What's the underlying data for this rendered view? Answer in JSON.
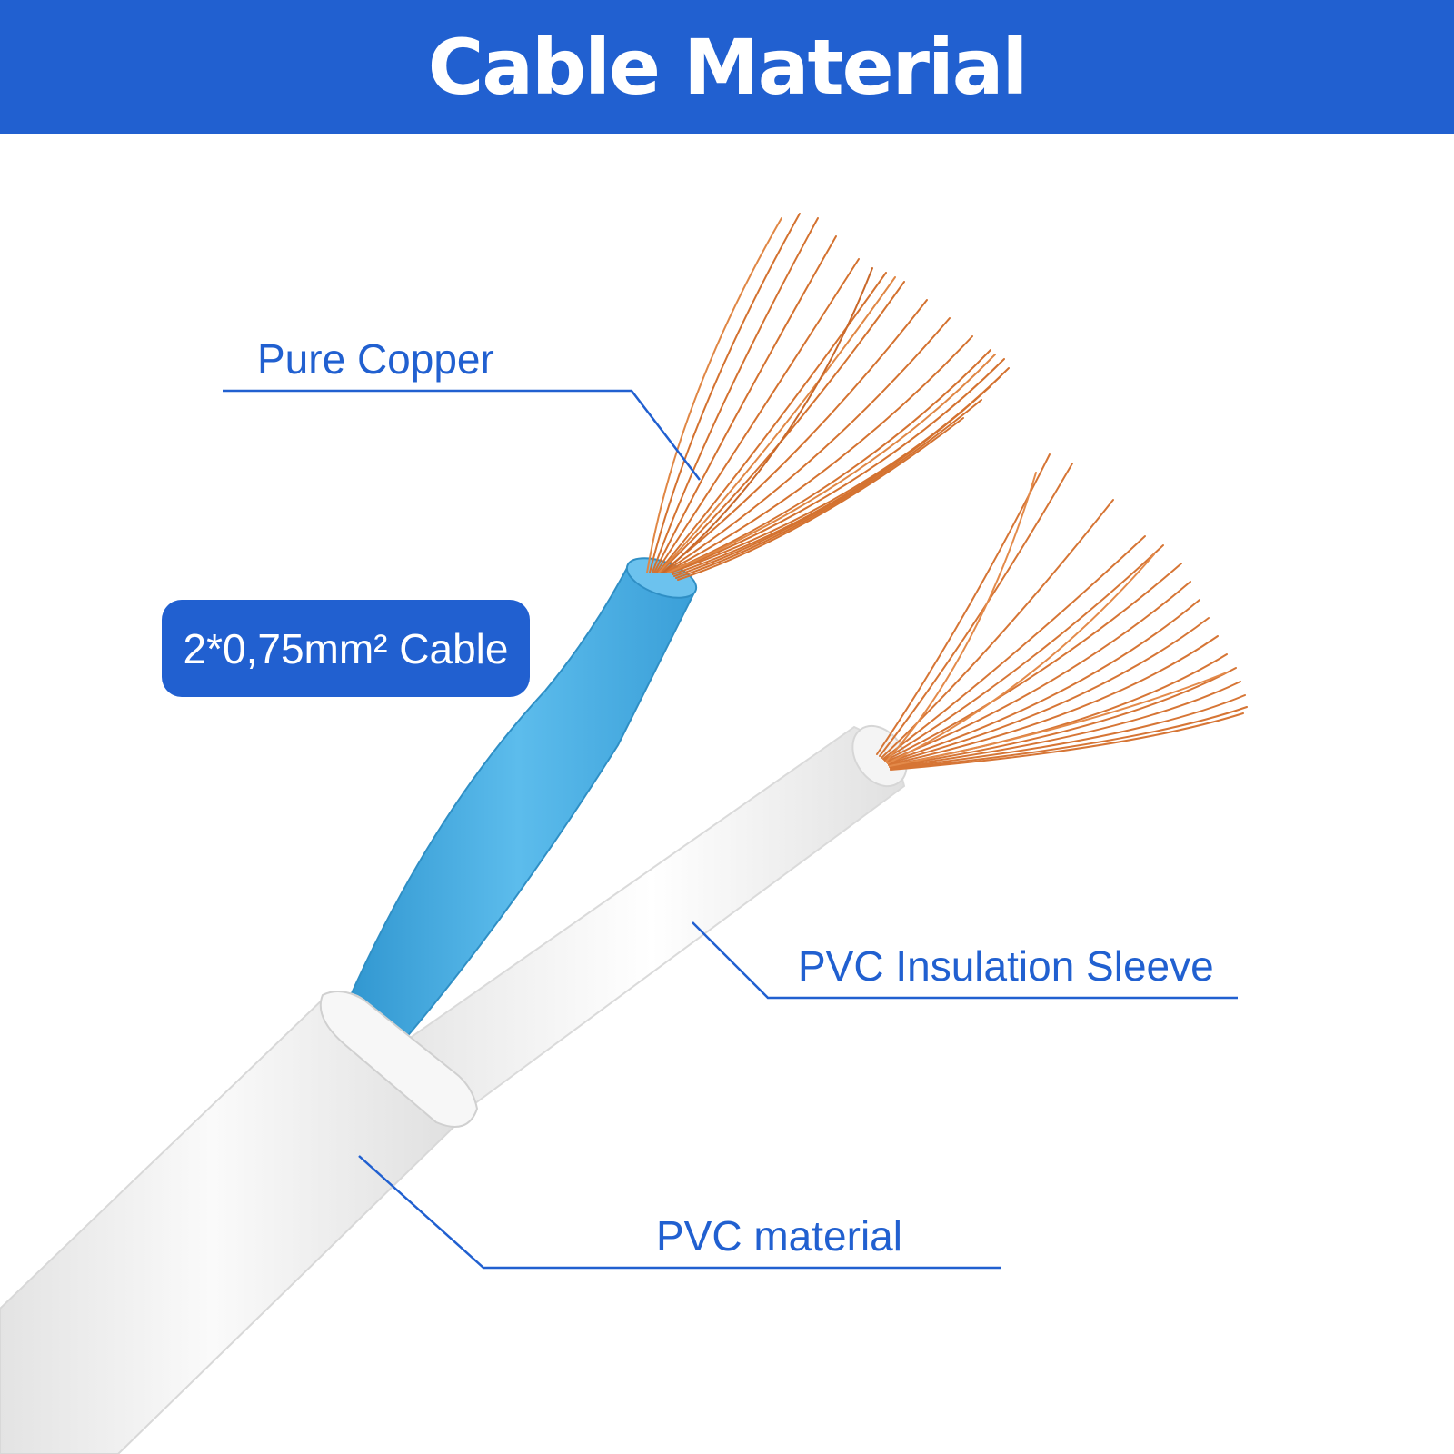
{
  "header": {
    "title": "Cable Material",
    "background_color": "#2160d0"
  },
  "callouts": {
    "copper_label": "Pure Copper",
    "insulation_label": "PVC Insulation Sleeve",
    "sheath_label": "PVC material",
    "line_color": "#2160d0"
  },
  "badge": {
    "label": "2*0,75mm² Cable"
  },
  "colors": {
    "copper": "#d97a3a",
    "blue_core": "#4aaee3",
    "sheath": "#f2f2f2"
  }
}
